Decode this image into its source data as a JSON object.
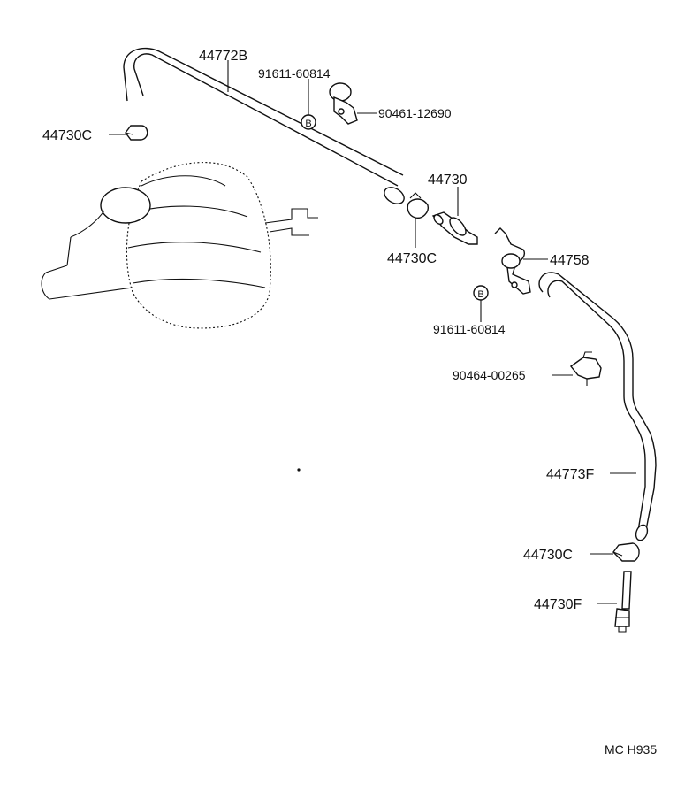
{
  "labels": {
    "hose_upper": "44772B",
    "clip_upper_left": "44730C",
    "bolt_upper": "91611-60814",
    "bracket_upper": "90461-12690",
    "valve": "44730",
    "clip_valve": "44730C",
    "bracket_mid": "44758",
    "bolt_mid": "91611-60814",
    "clamp_mid": "90464-00265",
    "hose_lower": "44773F",
    "clip_lower": "44730C",
    "fitting_lower": "44730F",
    "bolt_marker_upper": "B",
    "bolt_marker_mid": "B",
    "diagram_code": "MC H935"
  }
}
